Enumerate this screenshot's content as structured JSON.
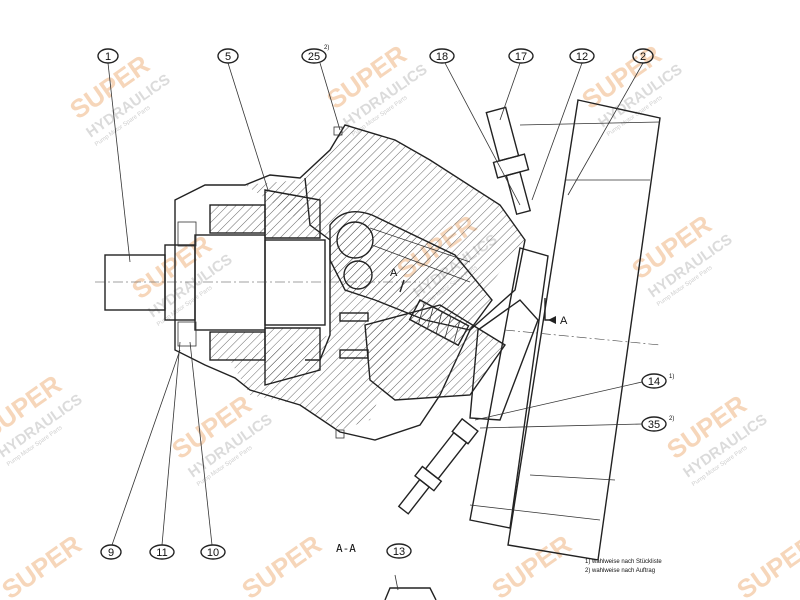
{
  "callouts": [
    {
      "label": "1"
    },
    {
      "label": "5"
    },
    {
      "label": "25",
      "sup": "2)"
    },
    {
      "label": "18"
    },
    {
      "label": "17"
    },
    {
      "label": "12"
    },
    {
      "label": "2"
    },
    {
      "label": "14",
      "sup": "1)"
    },
    {
      "label": "35",
      "sup": "2)"
    },
    {
      "label": "9"
    },
    {
      "label": "11"
    },
    {
      "label": "10"
    },
    {
      "label": "13"
    }
  ],
  "section_label": "A-A",
  "section_marks": [
    "A",
    "A"
  ],
  "notes": [
    "1) wahlweise nach Stückliste",
    "2) wahlweise nach Auftrag"
  ],
  "watermark": {
    "line1": "SUPER",
    "line2": "HYDRAULICS",
    "line3": "Pump Motor Spare Parts",
    "color_orange": "#f4c9a4",
    "color_gray": "#d8d8d8"
  }
}
